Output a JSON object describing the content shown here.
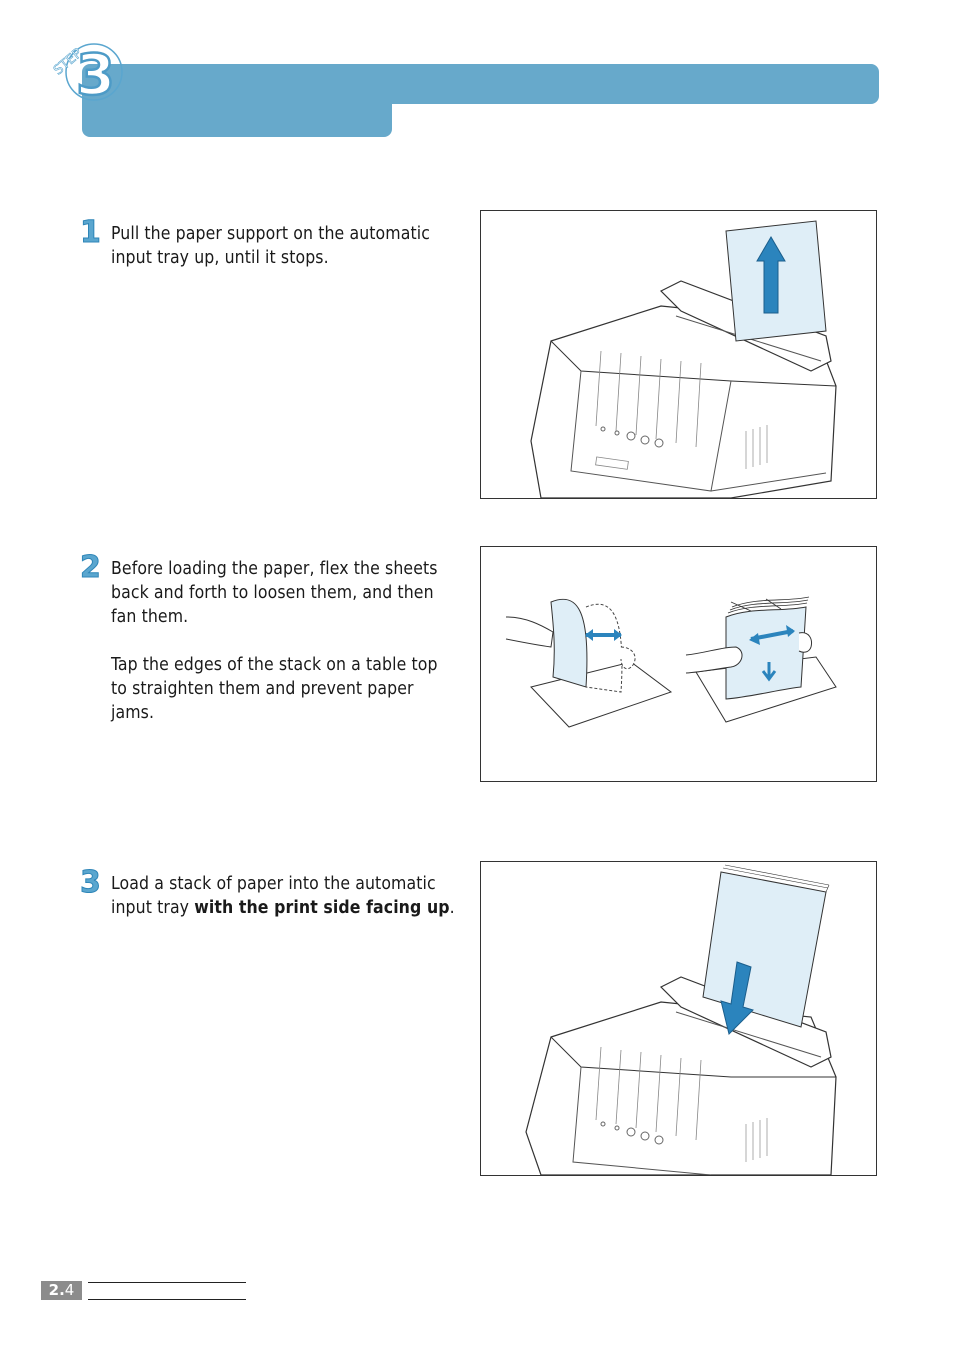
{
  "header": {
    "step_badge_word": "STEP",
    "step_badge_number": "3",
    "accent_color": "#67a9cb"
  },
  "steps": [
    {
      "number": "1",
      "paragraphs": [
        "Pull the paper support on the automatic input tray up, until it stops."
      ],
      "figure_icon": "printer-paper-support-illustration"
    },
    {
      "number": "2",
      "paragraphs": [
        "Before loading the paper, flex the sheets back and forth to loosen them, and then fan them.",
        "Tap the edges of the stack on a table top to straighten them and prevent paper jams."
      ],
      "figure_icon": "flexing-paper-stack-illustration"
    },
    {
      "number": "3",
      "text_plain": "Load a stack of paper into the automatic input tray ",
      "text_bold": "with the print side facing up",
      "text_end": ".",
      "figure_icon": "loading-paper-illustration"
    }
  ],
  "footer": {
    "chapter": "2.",
    "page": "4"
  }
}
